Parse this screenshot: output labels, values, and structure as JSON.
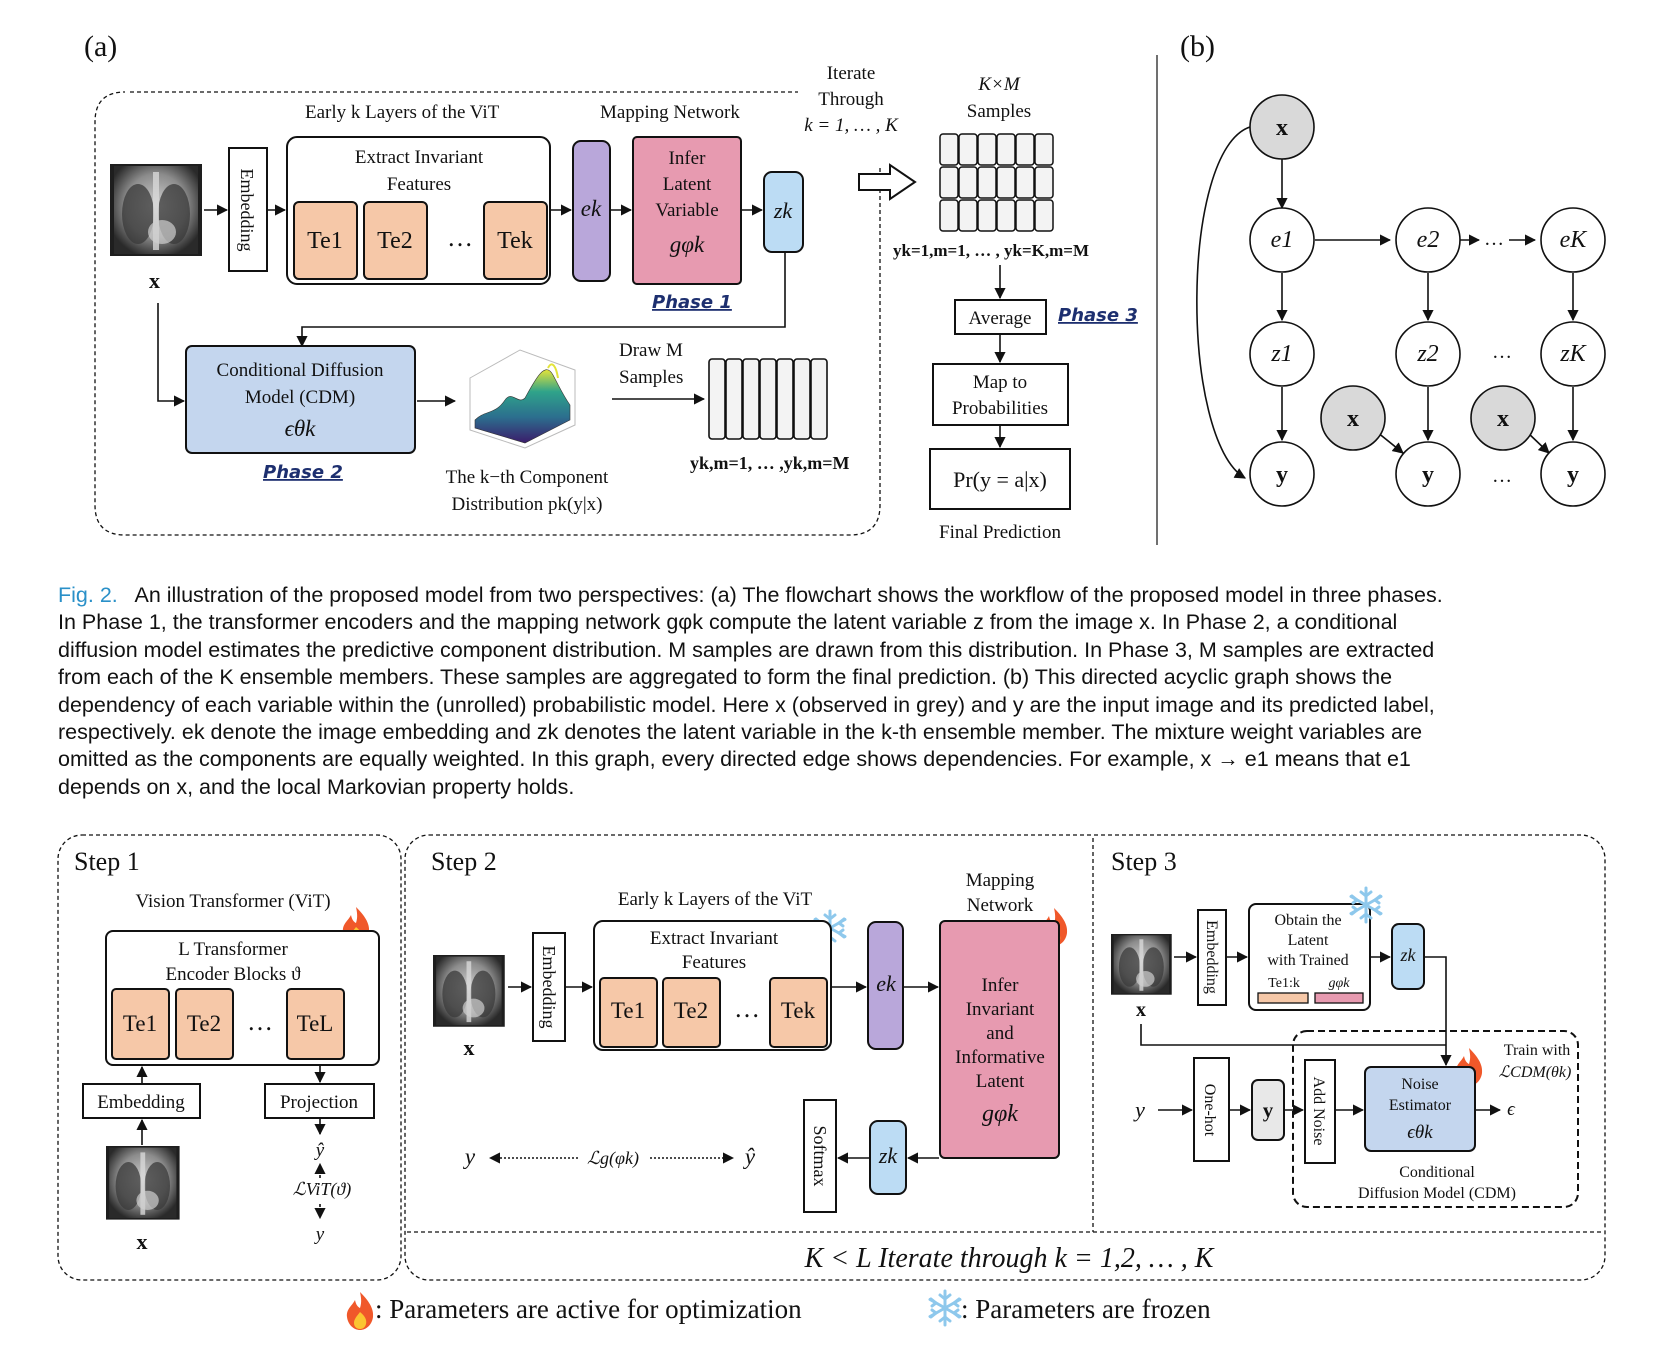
{
  "panel_a": {
    "label": "(a)",
    "early_layers": "Early k Layers of the ViT",
    "mapping_network": "Mapping Network",
    "embedding": "Embedding",
    "extract": [
      "Extract Invariant",
      "Features"
    ],
    "te1": "Te1",
    "te2": "Te2",
    "dots": "…",
    "tek": "Tek",
    "ek": "ek",
    "zk": "zk",
    "infer": [
      "Infer",
      "Latent",
      "Variable"
    ],
    "g_phi": "gφk",
    "phase1": "Phase 1",
    "phase2": "Phase 2",
    "phase3": "Phase 3",
    "x": "x",
    "cdm": [
      "Conditional Diffusion",
      "Model (CDM)"
    ],
    "eps_theta": "ϵθk",
    "component": [
      "The k−th Component",
      "Distribution pk(y|x)"
    ],
    "draw": [
      "Draw M",
      "Samples"
    ],
    "samples_label": "yk,m=1, … ,yk,m=M",
    "iterate": [
      "Iterate",
      "Through",
      "k = 1, … , K"
    ],
    "kxm": [
      "K×M",
      "Samples"
    ],
    "kxm_label": "yk=1,m=1, … , yk=K,m=M",
    "average": "Average",
    "map_prob": [
      "Map to",
      "Probabilities"
    ],
    "pr": "Pr(y = a|x)",
    "final": "Final Prediction"
  },
  "panel_b": {
    "label": "(b)",
    "x": "x",
    "e1": "e1",
    "e2": "e2",
    "eK": "eK",
    "z1": "z1",
    "z2": "z2",
    "zK": "zK",
    "y": "y",
    "dots": "…"
  },
  "caption": {
    "label": "Fig. 2.",
    "lines": [
      "An illustration of the proposed model from two perspectives: (a) The flowchart shows the workflow of the proposed model in three phases.",
      "In Phase 1, the transformer encoders and the mapping network gφk compute the latent variable z from the image x. In Phase 2, a conditional",
      "diffusion model estimates the predictive component distribution. M samples are drawn from this distribution. In Phase 3, M samples are extracted",
      "from each of the K ensemble members. These samples are aggregated to form the final prediction. (b) This directed acyclic graph shows the",
      "dependency of each variable within the (unrolled) probabilistic model. Here x (observed in grey) and y are the input image and its predicted label,",
      "respectively. ek denote the image embedding and zk denotes the latent variable in the k-th ensemble member. The mixture weight variables are",
      "omitted as the components are equally weighted. In this graph, every directed edge shows dependencies. For example, x → e1 means that e1",
      "depends on x, and the local Markovian property holds."
    ]
  },
  "step1": {
    "title": "Step 1",
    "vit": "Vision Transformer (ViT)",
    "blocks": [
      "L Transformer",
      "Encoder Blocks ϑ"
    ],
    "te1": "Te1",
    "te2": "Te2",
    "dots": "…",
    "teL": "TeL",
    "embedding": "Embedding",
    "projection": "Projection",
    "yhat": "ŷ",
    "loss": "ℒViT(ϑ)",
    "y": "y",
    "x": "x"
  },
  "step2": {
    "title": "Step 2",
    "early_layers": "Early k Layers of the ViT",
    "mapping": [
      "Mapping",
      "Network"
    ],
    "embedding": "Embedding",
    "extract": [
      "Extract Invariant",
      "Features"
    ],
    "te1": "Te1",
    "te2": "Te2",
    "dots": "…",
    "tek": "Tek",
    "ek": "ek",
    "infer": [
      "Infer",
      "Invariant",
      "and",
      "Informative",
      "Latent"
    ],
    "g_phi": "gφk",
    "zk": "zk",
    "softmax": "Softmax",
    "y": "y",
    "loss": "ℒg(φk)",
    "yhat": "ŷ",
    "x": "x"
  },
  "step3": {
    "title": "Step 3",
    "embedding": "Embedding",
    "obtain": [
      "Obtain the",
      "Latent",
      "with Trained"
    ],
    "te1k": "Te1:k",
    "g_phi": "gφk",
    "zk": "zk",
    "x": "x",
    "y_in": "y",
    "onehot": "One-hot",
    "y_bold": "y",
    "add_noise": "Add Noise",
    "noise_est": [
      "Noise",
      "Estimator"
    ],
    "eps_theta": "ϵθk",
    "eps": "ϵ",
    "train_with": [
      "Train with",
      "ℒCDM(θk)"
    ],
    "cdm": [
      "Conditional",
      "Diffusion Model (CDM)"
    ]
  },
  "bottom_bar": "K < L   Iterate through k = 1,2, … , K",
  "legend": {
    "fire": ": Parameters are active for optimization",
    "frozen": ": Parameters are frozen"
  },
  "colors": {
    "te_fill": "#f6c8a8",
    "ek_fill": "#b9a7da",
    "mapping_fill": "#e79ab0",
    "zk_fill": "#bcdcf4",
    "cdm_fill": "#c4d6ee",
    "node_grey": "#d9d9d9",
    "caption_label": "#2a90c8",
    "phase_label": "#1d2f6f"
  },
  "icons": [
    "xray-image-icon",
    "surface-plot-icon",
    "fire-icon",
    "snowflake-icon",
    "hollow-arrow-icon"
  ]
}
